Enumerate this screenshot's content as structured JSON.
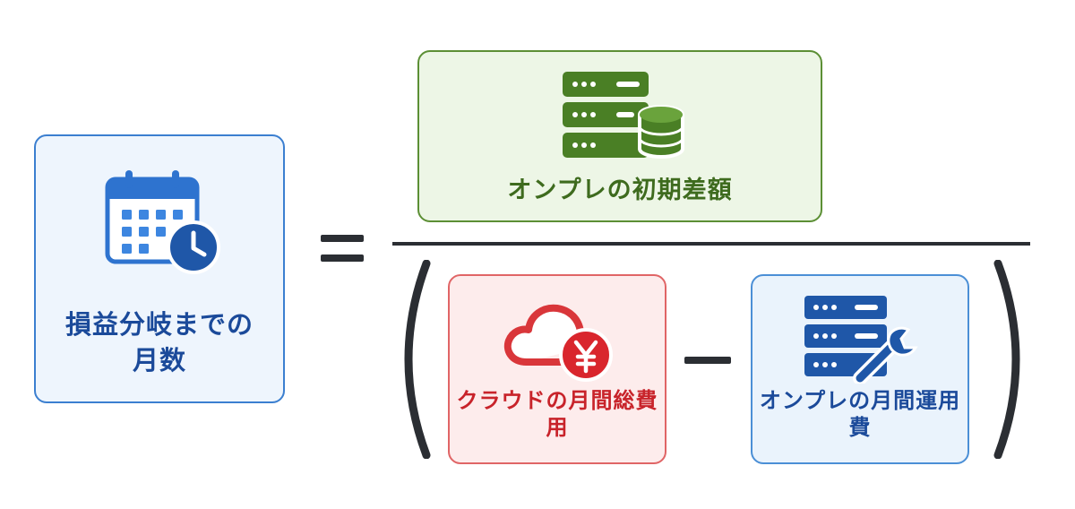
{
  "result": {
    "label": "損益分岐までの月数",
    "accent": "#3b7fd0",
    "icon": "calendar-clock-icon"
  },
  "numerator": {
    "label": "オンプレの初期差額",
    "accent": "#5c8f35",
    "icon": "server-database-icon"
  },
  "denominator": {
    "cloud": {
      "label": "クラウドの月間総費用",
      "accent": "#e06566",
      "icon": "cloud-yen-icon"
    },
    "onprem": {
      "label": "オンプレの月間運用費",
      "accent": "#1f57a8",
      "icon": "server-wrench-icon"
    }
  },
  "operators": {
    "equals": "equals-sign",
    "minus": "minus-sign",
    "fraction": "fraction-bar",
    "parentheses": "parentheses"
  }
}
